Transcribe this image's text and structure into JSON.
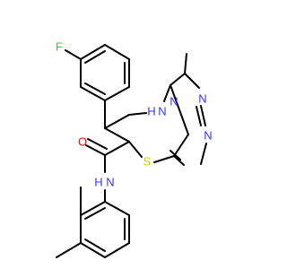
{
  "molecule": {
    "atoms": [
      {
        "id": "F",
        "label": "F",
        "color": "#33cc33"
      },
      {
        "id": "NH",
        "label": "H N",
        "color": "#3333ff"
      },
      {
        "id": "N_ring",
        "label": "N",
        "color": "#3333ff"
      },
      {
        "id": "N_top",
        "label": "N",
        "color": "#3333ff"
      },
      {
        "id": "N_bottom",
        "label": "N",
        "color": "#3333ff"
      },
      {
        "id": "O",
        "label": "O",
        "color": "#ff0000"
      },
      {
        "id": "S",
        "label": "S",
        "color": "#cccc00"
      },
      {
        "id": "N_amide",
        "label": "N",
        "color": "#3333ff"
      },
      {
        "id": "H_amide",
        "label": "H",
        "color": "#3333ff"
      }
    ],
    "bond_color": "#000000"
  }
}
